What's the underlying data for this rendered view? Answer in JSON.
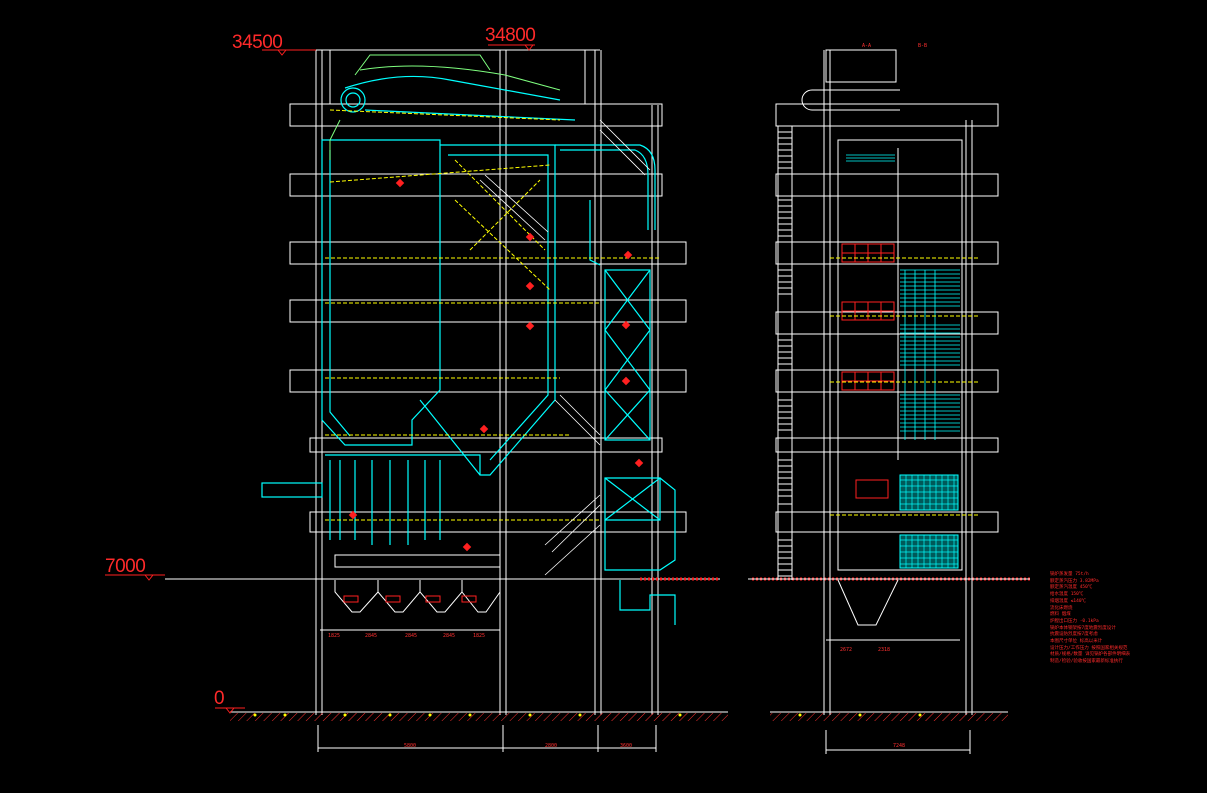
{
  "elevations": {
    "top_left": "34500",
    "top_mid": "34800",
    "mid_left": "7000",
    "ground": "0"
  },
  "section_labels": {
    "side_a": "A-A",
    "side_b": "B-B"
  },
  "hopper_dims": [
    "1825",
    "2845",
    "2845",
    "2845",
    "1825"
  ],
  "side_hopper_dims": [
    "2672",
    "2318"
  ],
  "bottom_dims": {
    "front_1": "5800",
    "front_2": "2800",
    "front_3": "3600",
    "side_1": "7248"
  },
  "notes": [
    "锅炉蒸发量      75t/h",
    "额定蒸汽压力    3.82MPa",
    "额定蒸汽温度    450℃",
    "给水温度        150℃",
    "排烟温度        ≤140℃",
    "                流化床燃烧",
    "燃料            烟煤",
    "炉膛出口压力    -0.1kPa",
    "锅炉本体钢架按7度地震烈度设计",
    "抗震设防烈度按7度考虑",
    "本图尺寸单位    标高以米计",
    "设计压力/工作压力  按照国家相关规范",
    "材质/规格/数量  详见锅炉各部件明细表",
    "制造/检验/验收按国家最新标准执行"
  ],
  "colors": {
    "white": "#ffffff",
    "cyan": "#00ffff",
    "yellow": "#ffff00",
    "red": "#ff2020",
    "green": "#7fff7f"
  }
}
